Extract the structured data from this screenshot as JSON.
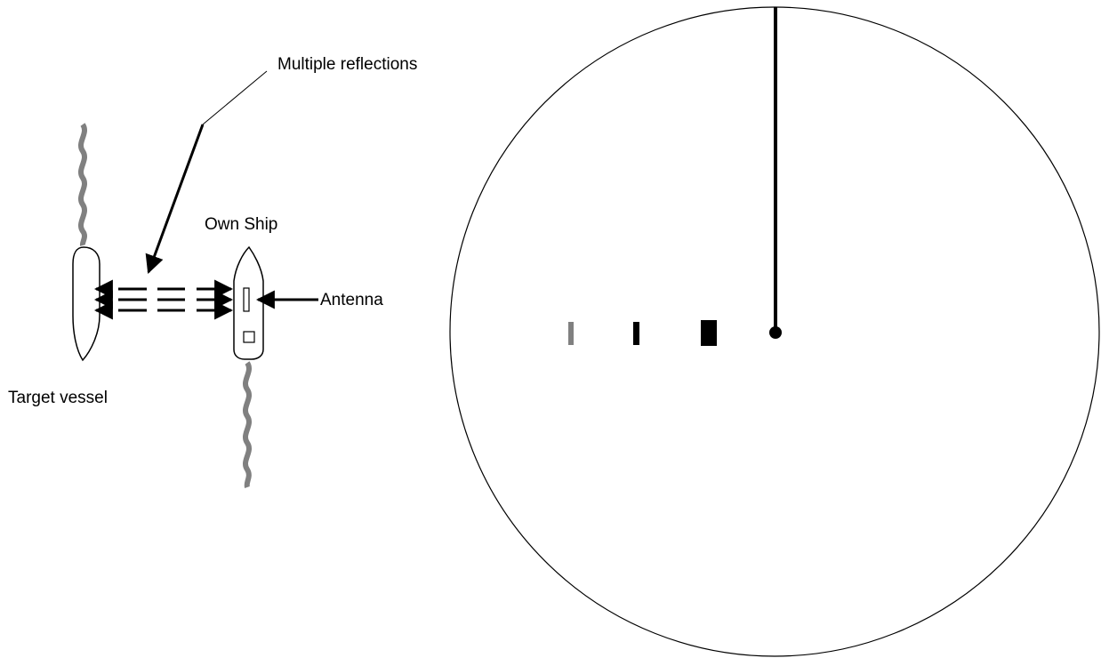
{
  "labels": {
    "multiple_reflections": "Multiple reflections",
    "own_ship": "Own Ship",
    "antenna": "Antenna",
    "target_vessel": "Target vessel"
  },
  "colors": {
    "ink": "#000000",
    "wake": "#808080",
    "faint_echo": "#808080",
    "background": "#ffffff"
  },
  "radar_display": {
    "echoes": [
      {
        "name": "third-echo",
        "shade": "faint"
      },
      {
        "name": "second-echo",
        "shade": "dark"
      },
      {
        "name": "first-echo",
        "shade": "strong"
      }
    ]
  }
}
